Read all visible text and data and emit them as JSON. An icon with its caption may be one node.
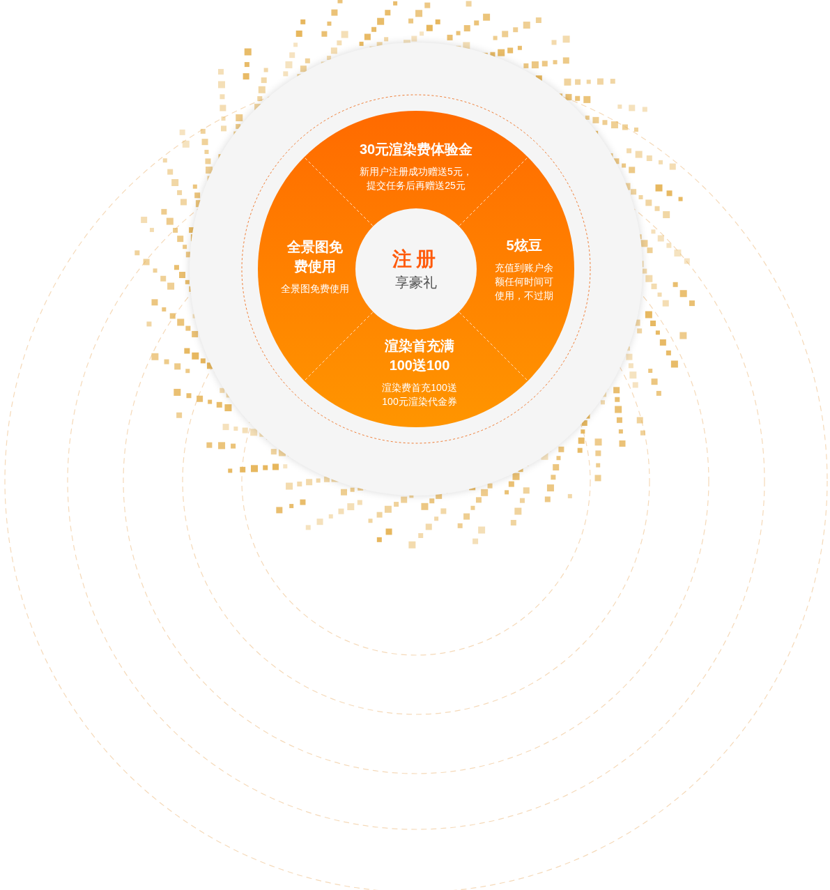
{
  "diagram": {
    "nodes": [
      {
        "text": [
          "30元渲染费体验金",
          "新用户注册成功赠送5元，提交任务后再赠送25元"
        ]
      },
      {
        "text": [
          "全景图免费使用",
          "全景图免费使用"
        ]
      },
      {
        "text": [
          "注册",
          "享豪礼"
        ]
      },
      {
        "text": [
          "5炫豆",
          "充值到账户余额任何时间可使用，不过期"
        ]
      },
      {
        "text": [
          "渲染首充满100送100",
          "渲染费首充100送100元渲染代金券"
        ]
      }
    ]
  }
}
